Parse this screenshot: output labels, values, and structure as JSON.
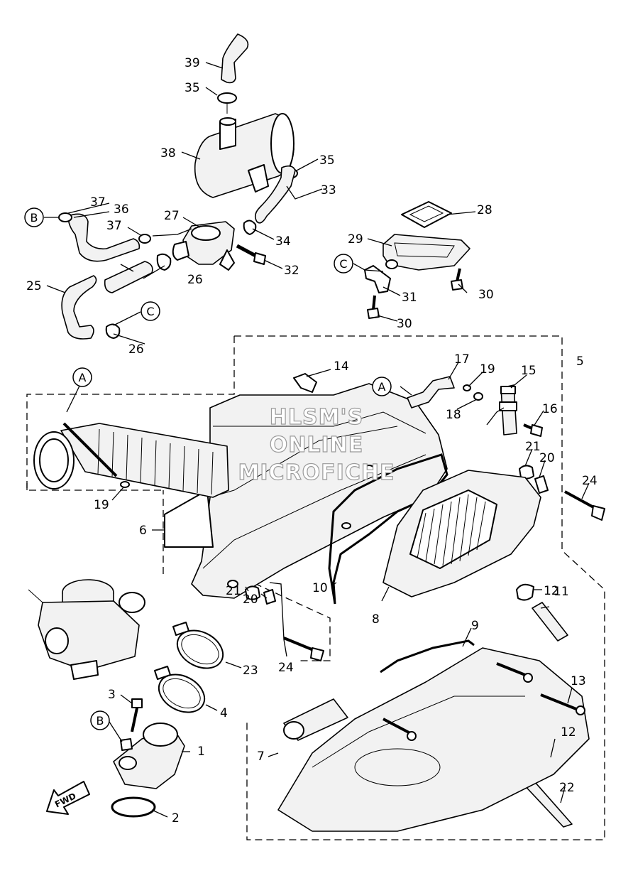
{
  "watermark": {
    "line1": "HLSM'S",
    "line2": "ONLINE",
    "line3": "MICROFICHE"
  },
  "fwd_label": "FWD",
  "callouts": {
    "a": "A",
    "b": "B",
    "c": "C"
  },
  "part_numbers": {
    "p1": "1",
    "p2": "2",
    "p3": "3",
    "p4": "4",
    "p5": "5",
    "p6": "6",
    "p7": "7",
    "p8": "8",
    "p9": "9",
    "p10": "10",
    "p11": "11",
    "p12": "12",
    "p13": "13",
    "p14": "14",
    "p15": "15",
    "p16": "16",
    "p17": "17",
    "p18": "18",
    "p19": "19",
    "p20": "20",
    "p21": "21",
    "p22": "22",
    "p23": "23",
    "p24": "24",
    "p25": "25",
    "p26": "26",
    "p27": "27",
    "p28": "28",
    "p29": "29",
    "p30": "30",
    "p31": "31",
    "p32": "32",
    "p33": "33",
    "p34": "34",
    "p35": "35",
    "p36": "36",
    "p37": "37",
    "p38": "38",
    "p39": "39"
  }
}
